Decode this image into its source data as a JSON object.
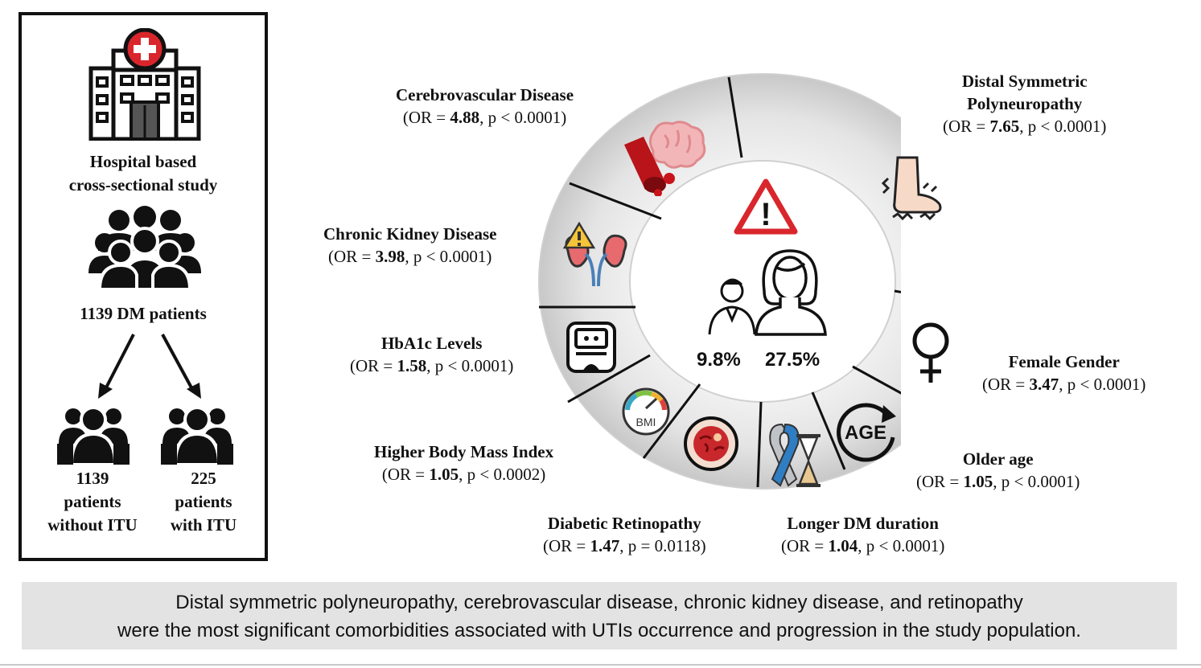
{
  "study": {
    "design_line1": "Hospital based",
    "design_line2": "cross-sectional study",
    "total_patients": "1139 DM patients",
    "group_without": {
      "count": "1139",
      "line2": "patients",
      "line3": "without ITU"
    },
    "group_with": {
      "count": "225",
      "line2": "patients",
      "line3": "with ITU"
    }
  },
  "center": {
    "male_pct": "9.8%",
    "female_pct": "27.5%"
  },
  "factors": [
    {
      "name": "Cerebrovascular Disease",
      "pre": "(OR = ",
      "or": "4.88",
      "post": ", p < 0.0001)",
      "icon": "brain-icon"
    },
    {
      "name": "Distal Symmetric",
      "name2": "Polyneuropathy",
      "pre": "(OR = ",
      "or": "7.65",
      "post": ", p < 0.0001)",
      "icon": "foot-icon"
    },
    {
      "name": "Chronic Kidney Disease",
      "pre": "(OR = ",
      "or": "3.98",
      "post": ", p < 0.0001)",
      "icon": "kidney-icon"
    },
    {
      "name": "HbA1c Levels",
      "pre": "(OR = ",
      "or": "1.58",
      "post": ", p < 0.0001)",
      "icon": "glucometer-icon"
    },
    {
      "name": "Female Gender",
      "pre": "(OR = ",
      "or": "3.47",
      "post": ", p < 0.0001)",
      "icon": "female-symbol-icon"
    },
    {
      "name": "Higher Body Mass Index",
      "pre": "(OR = ",
      "or": "1.05",
      "post": ", p < 0.0002)",
      "icon": "bmi-gauge-icon"
    },
    {
      "name": "Older age",
      "pre": "(OR = ",
      "or": "1.05",
      "post": ", p < 0.0001)",
      "icon": "age-icon"
    },
    {
      "name": "Diabetic Retinopathy",
      "pre": "(OR = ",
      "or": "1.47",
      "post": ", p = 0.0118)",
      "icon": "retina-icon"
    },
    {
      "name": "Longer DM duration",
      "pre": "(OR = ",
      "or": "1.04",
      "post": ", p < 0.0001)",
      "icon": "ribbon-hourglass-icon"
    }
  ],
  "icons": {
    "bmi_text": "BMI",
    "age_text": "AGE",
    "warning_mark": "!"
  },
  "footer": {
    "line1": "Distal symmetric polyneuropathy, cerebrovascular disease, chronic kidney disease, and retinopathy",
    "line2": "were the most significant comorbidities associated with UTIs occurrence and progression in the study population."
  },
  "colors": {
    "accent_red": "#d9262c",
    "ring_gray": "#e6e6e6",
    "dark": "#111111"
  }
}
